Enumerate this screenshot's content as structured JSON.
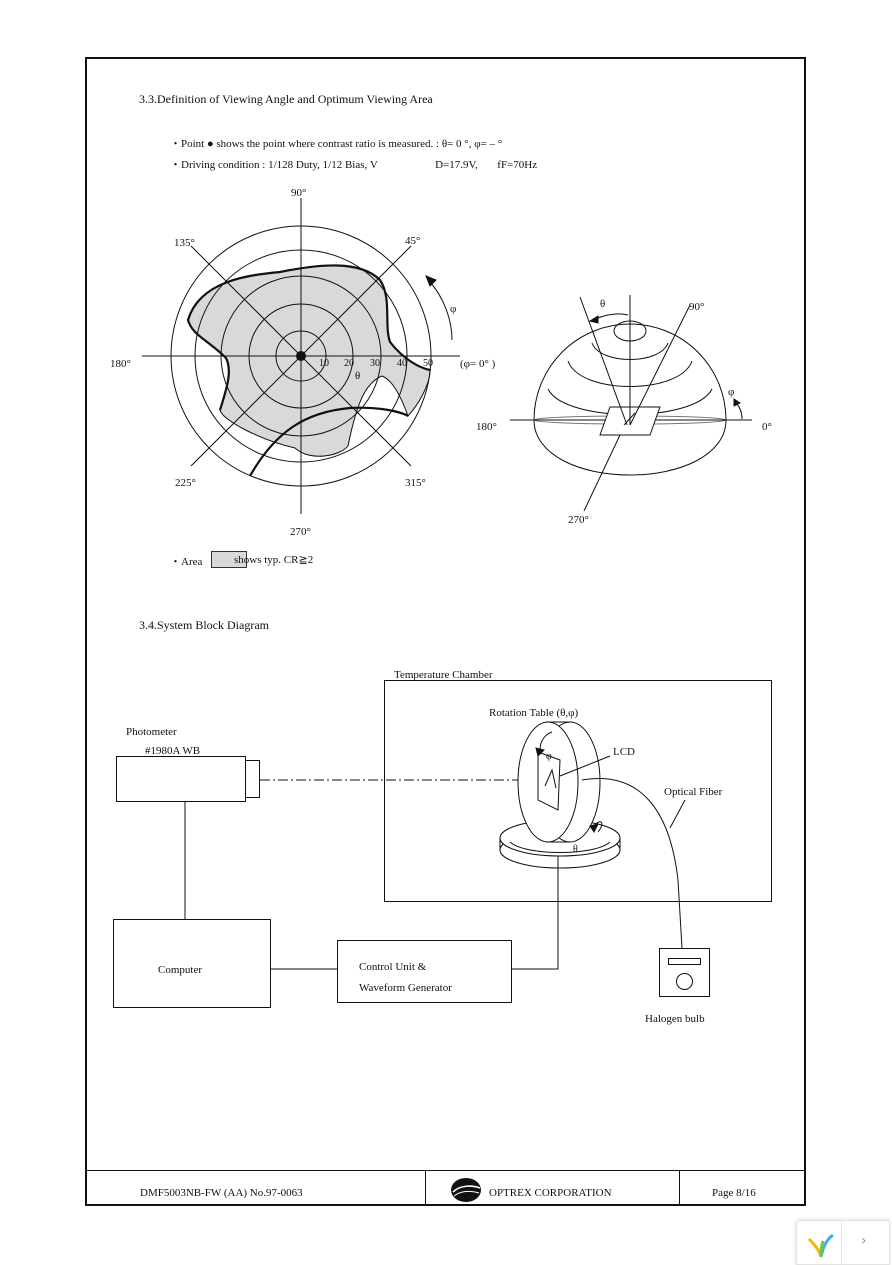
{
  "section33": {
    "title": "3.3.Definition of Viewing Angle and Optimum Viewing Area",
    "bullet1": "・Point  ●  shows the point where contrast ratio is measured. :  θ= 0 °,  φ= – °",
    "bullet2_a": "・Driving condition : 1/128 Duty, 1/12 Bias, V",
    "bullet2_b": "D=17.9V,",
    "bullet2_c": "f",
    "bullet2_d": "F=70Hz",
    "area_prefix": "・Area",
    "area_suffix": "shows typ. CR≧2"
  },
  "polar": {
    "angle_labels": [
      "90°",
      "45°",
      "135°",
      "180°",
      "225°",
      "270°",
      "315°"
    ],
    "radial_ticks": [
      "10",
      "20",
      "30",
      "40",
      "50"
    ],
    "theta": "θ",
    "phi": "φ",
    "phi_zero": "(φ= 0° )"
  },
  "dome": {
    "theta": "θ",
    "phi": "φ",
    "label_90": "90°",
    "label_180": "180°",
    "label_0": "0°",
    "label_270": "270°"
  },
  "section34": {
    "title": "3.4.System Block Diagram",
    "temperature_chamber": "Temperature Chamber",
    "rotation_table": "Rotation Table (θ,φ)",
    "lcd": "LCD",
    "optical_fiber": "Optical Fiber",
    "photometer": "Photometer",
    "photometer_model": "#1980A WB",
    "computer": "Computer",
    "control_unit_1": "Control Unit &",
    "control_unit_2": "Waveform Generator",
    "halogen_bulb": "Halogen bulb",
    "phi": "φ",
    "theta": "θ"
  },
  "footer": {
    "doc_id": "DMF5003NB-FW  (AA)  No.97-0063",
    "company": "OPTREX CORPORATION",
    "page": "Page 8/16"
  },
  "colors": {
    "area_fill": "#d9d9d9",
    "line": "#111111"
  },
  "icons": {
    "logo": "optrex-logo",
    "nav": "chevron-right-icon"
  }
}
